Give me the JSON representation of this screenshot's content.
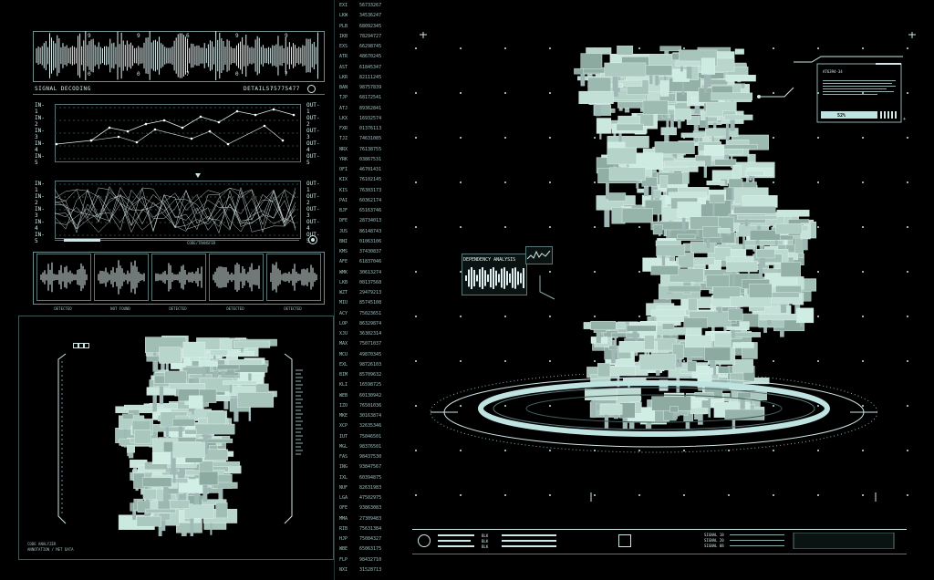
{
  "signal": {
    "title": "SIGNAL DECODING",
    "details_label": "DETAILS:",
    "details_value": "75775477",
    "top_digits": [
      "9",
      "9",
      "6",
      "9",
      "9",
      "0",
      "0",
      "7",
      "0",
      "7"
    ]
  },
  "graph1": {
    "in_labels": [
      "IN-1",
      "IN-2",
      "IN-3",
      "IN-4",
      "IN-5"
    ],
    "out_labels": [
      "OUT-1",
      "OUT-2",
      "OUT-3",
      "OUT-4",
      "OUT-5"
    ]
  },
  "graph2": {
    "in_labels": [
      "IN-1",
      "IN-2",
      "IN-3",
      "IN-4",
      "IN-5"
    ],
    "out_labels": [
      "OUT-1",
      "OUT-2",
      "OUT-3",
      "OUT-4",
      "OUT-5"
    ],
    "bottom_label": "CODE/TRANSFER"
  },
  "waveforms": {
    "labels": [
      "DETECTED",
      "NOT FOUND",
      "DETECTED",
      "DETECTED",
      "DETECTED"
    ]
  },
  "analyzer": {
    "caption_line1": "CODE ANALYZER",
    "caption_line2": "ANNOTATION / MET DATA"
  },
  "dependency": {
    "title": "DEPENDENCY ANALYSIS"
  },
  "hud": {
    "code": "AT6394-34",
    "percent": "52%"
  },
  "codes": [
    [
      "EXI",
      "56733267"
    ],
    [
      "LKW",
      "34536247"
    ],
    [
      "PLB",
      "68092345"
    ],
    [
      "IKB",
      "78294727"
    ],
    [
      "EXS",
      "66298745"
    ],
    [
      "ATR",
      "48670245"
    ],
    [
      "AST",
      "61845347"
    ],
    [
      "LKR",
      "82111245"
    ],
    [
      "BAN",
      "98757839"
    ],
    [
      "TJP",
      "68172541"
    ],
    [
      "ATJ",
      "89362841"
    ],
    [
      "LKX",
      "16932574"
    ],
    [
      "FXR",
      "01376113"
    ],
    [
      "TJZ",
      "74631085"
    ],
    [
      "NRX",
      "76138755"
    ],
    [
      "YRK",
      "03867531"
    ],
    [
      "OFI",
      "46701431"
    ],
    [
      "KIX",
      "76102145"
    ],
    [
      "KIS",
      "76303173"
    ],
    [
      "PAI",
      "60362174"
    ],
    [
      "BJF",
      "65163746"
    ],
    [
      "DFE",
      "28734013"
    ],
    [
      "JUS",
      "86148743"
    ],
    [
      "BNI",
      "01063106"
    ],
    [
      "KMS",
      "37430837"
    ],
    [
      "AFE",
      "61837046"
    ],
    [
      "WMK",
      "30613274"
    ],
    [
      "LKB",
      "08137568"
    ],
    [
      "WZT",
      "29479213"
    ],
    [
      "MIU",
      "85745108"
    ],
    [
      "ACY",
      "75023651"
    ],
    [
      "LOP",
      "86329874"
    ],
    [
      "XJU",
      "36302314"
    ],
    [
      "MAX",
      "75071037"
    ],
    [
      "MCU",
      "49870345"
    ],
    [
      "EXL",
      "98726103"
    ],
    [
      "BIM",
      "85709632"
    ],
    [
      "KLI",
      "16598725"
    ],
    [
      "WEB",
      "60130942"
    ],
    [
      "IZO",
      "76501036"
    ],
    [
      "MKE",
      "30163874"
    ],
    [
      "XCP",
      "32635346"
    ],
    [
      "IUT",
      "75046501"
    ],
    [
      "MGL",
      "98376501"
    ],
    [
      "FAS",
      "98437530"
    ],
    [
      "ING",
      "93847567"
    ],
    [
      "IXL",
      "60394875"
    ],
    [
      "NUF",
      "82631983"
    ],
    [
      "LGA",
      "47502975"
    ],
    [
      "OFE",
      "93863083"
    ],
    [
      "MMA",
      "27309483"
    ],
    [
      "RIB",
      "75631384"
    ],
    [
      "HJP",
      "75084327"
    ],
    [
      "WBE",
      "65063175"
    ],
    [
      "FLP",
      "98432710"
    ],
    [
      "NXI",
      "31528713"
    ]
  ],
  "footer": {
    "tag": "BLK",
    "right_lines": [
      "SIGNAL 18",
      "SIGNAL 20",
      "SIGNAL 08"
    ]
  },
  "colors": {
    "accent": "#bfe3e0",
    "line": "#6f8f8f",
    "bg": "#000000"
  }
}
